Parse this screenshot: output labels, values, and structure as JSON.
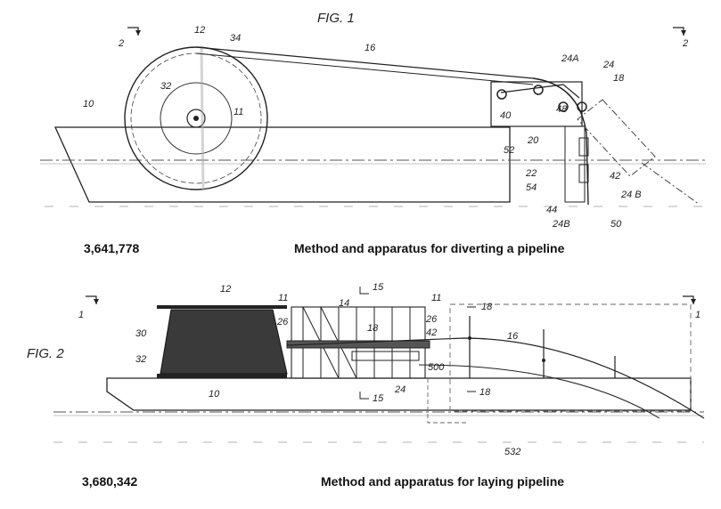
{
  "figure1": {
    "title": "FIG. 1",
    "patent_number": "3,641,778",
    "caption": "Method and apparatus for diverting a pipeline",
    "labels": [
      "12",
      "34",
      "16",
      "24A",
      "24",
      "18",
      "2",
      "2",
      "32",
      "11",
      "10",
      "40",
      "48",
      "20",
      "52",
      "22",
      "54",
      "42",
      "44",
      "24 B",
      "24B",
      "50"
    ]
  },
  "figure2": {
    "title": "FIG. 2",
    "patent_number": "3,680,342",
    "caption": "Method and apparatus for laying pipeline",
    "labels": [
      "12",
      "11",
      "15",
      "14",
      "11",
      "18",
      "1",
      "1",
      "26",
      "26",
      "18",
      "42",
      "30",
      "16",
      "32",
      "500",
      "24",
      "15",
      "18",
      "10",
      "532"
    ]
  }
}
